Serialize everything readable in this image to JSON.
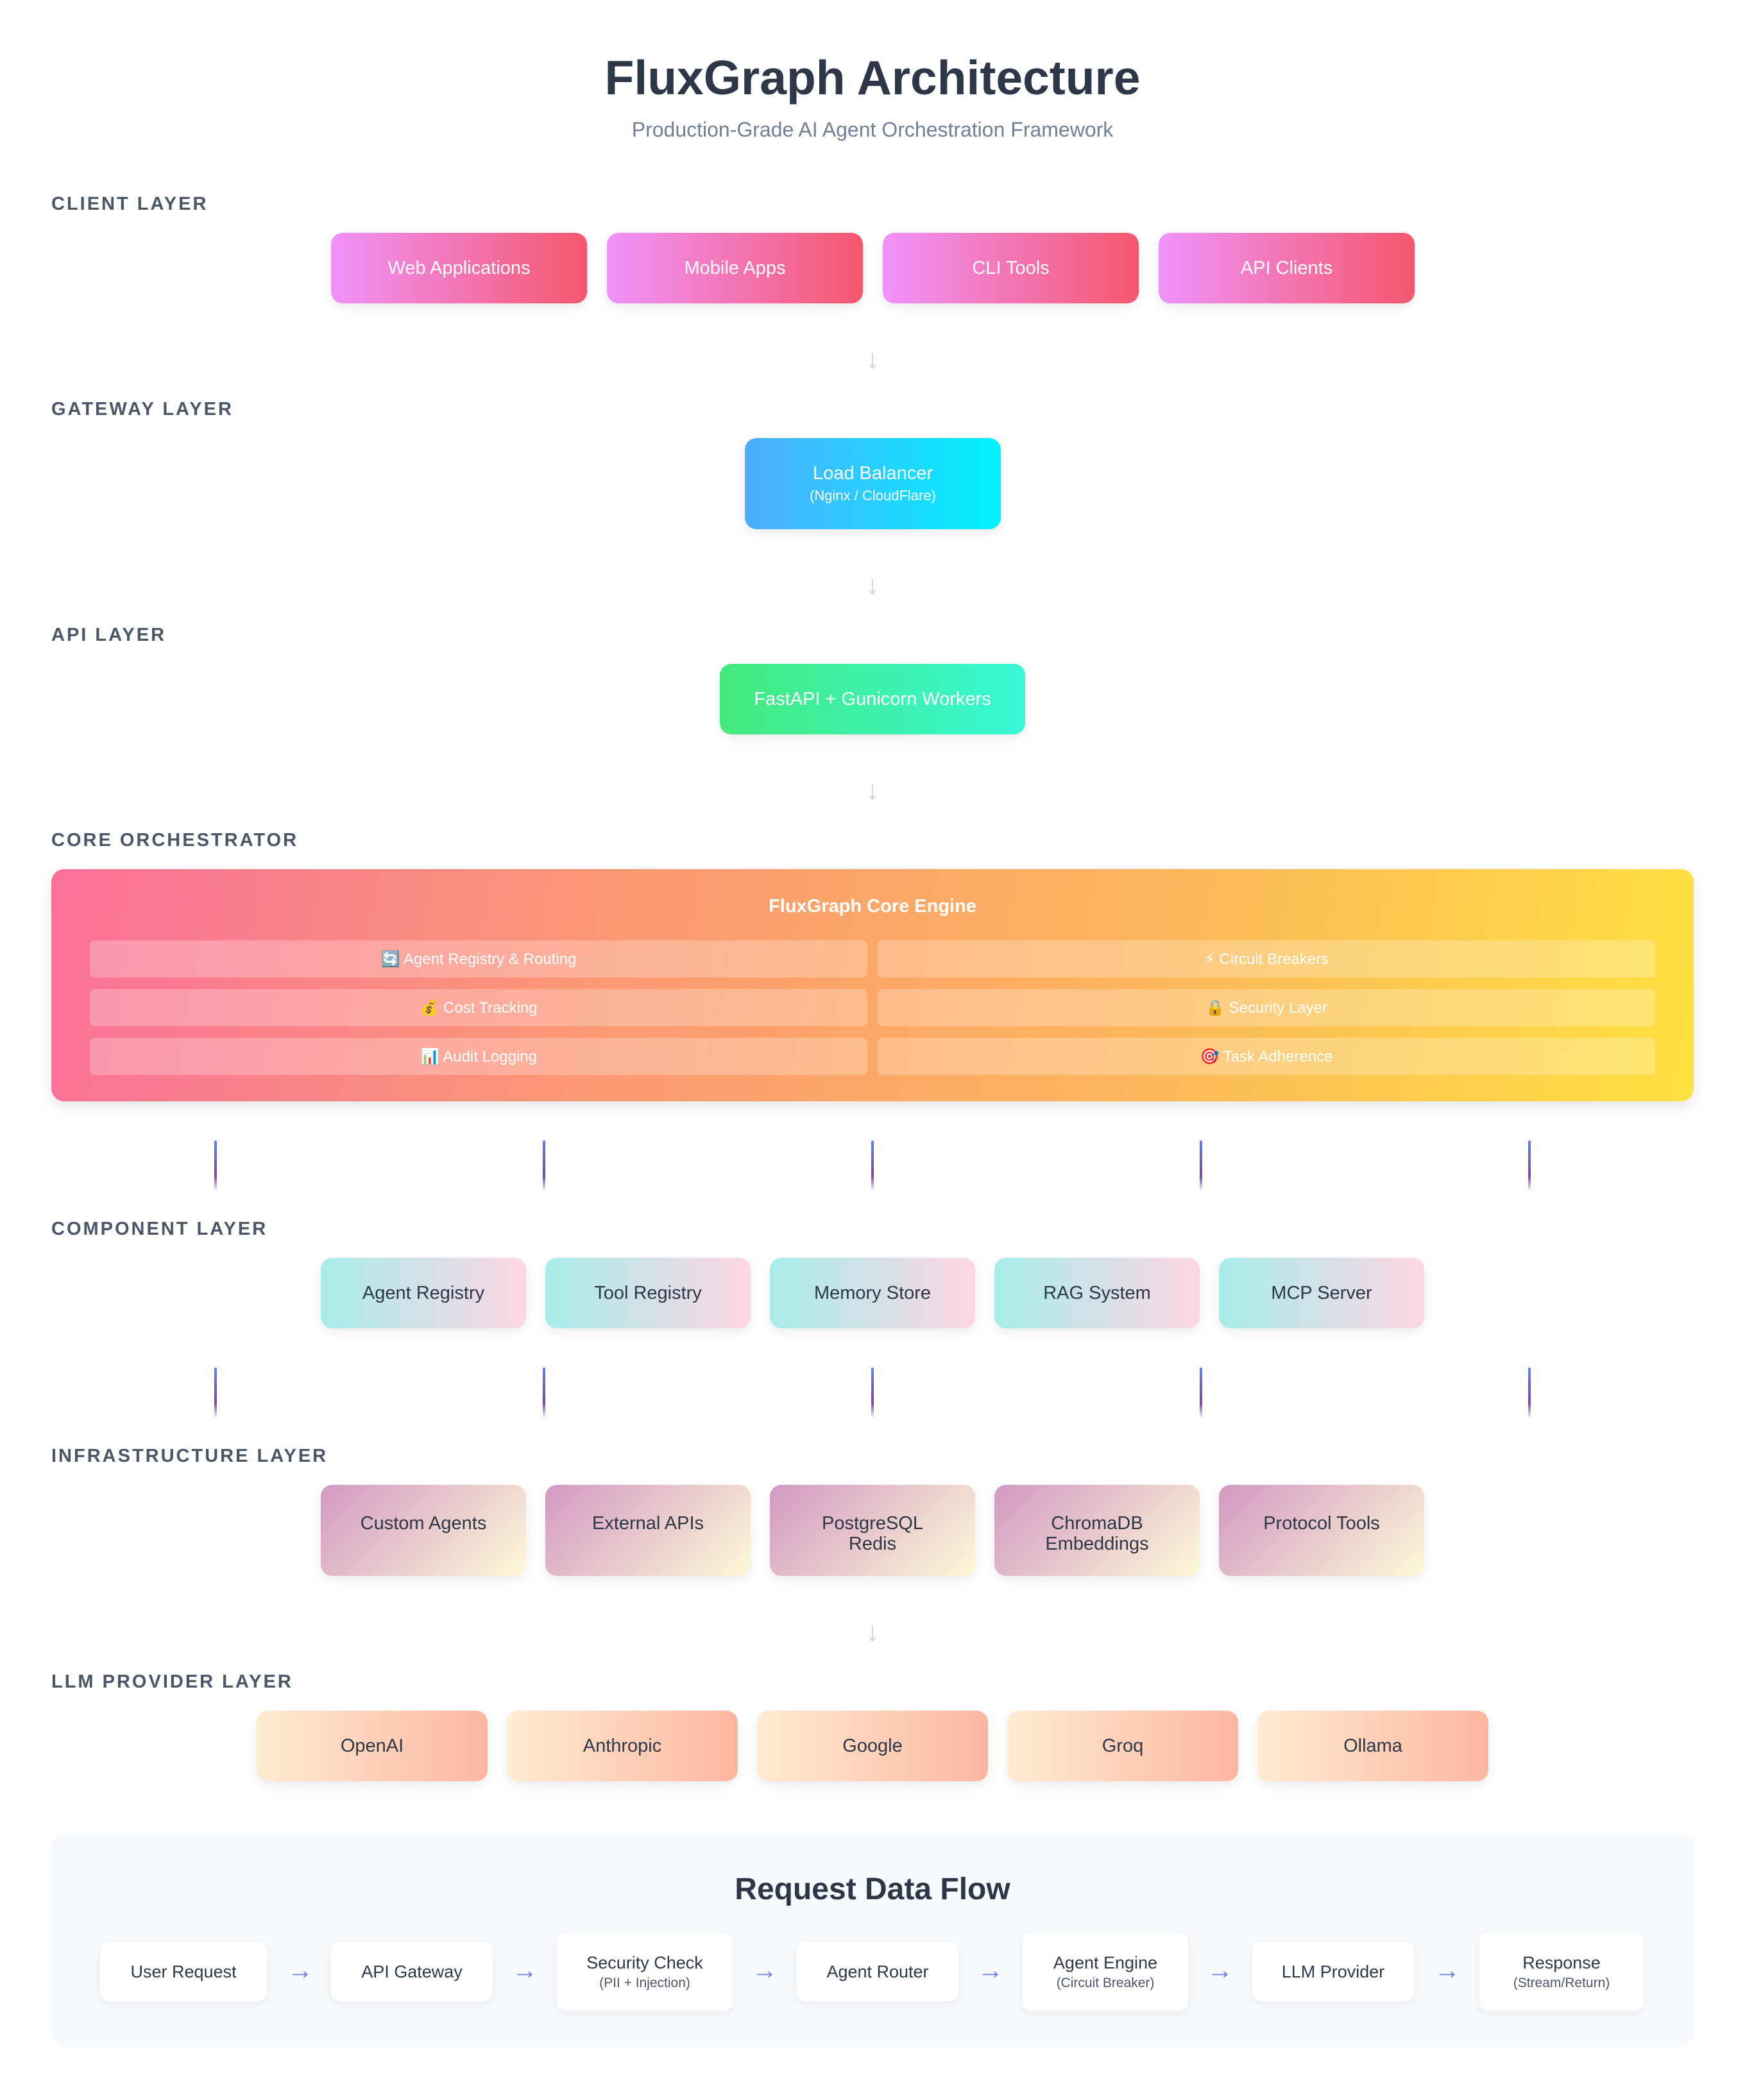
{
  "header": {
    "title": "FluxGraph Architecture",
    "subtitle": "Production-Grade AI Agent Orchestration Framework"
  },
  "layers": {
    "client": "CLIENT LAYER",
    "gateway": "GATEWAY LAYER",
    "api": "API LAYER",
    "core": "CORE ORCHESTRATOR",
    "component": "COMPONENT LAYER",
    "infrastructure": "INFRASTRUCTURE LAYER",
    "llm": "LLM PROVIDER LAYER"
  },
  "arrow_glyph": "↓",
  "client_boxes": [
    "Web Applications",
    "Mobile Apps",
    "CLI Tools",
    "API Clients"
  ],
  "gateway_box": {
    "label": "Load Balancer",
    "sub": "(Nginx / CloudFlare)"
  },
  "api_box": {
    "label": "FastAPI + Gunicorn Workers"
  },
  "core": {
    "title": "FluxGraph Core Engine",
    "features": [
      "🔄 Agent Registry & Routing",
      "⚡ Circuit Breakers",
      "💰 Cost Tracking",
      "🔒 Security Layer",
      "📊 Audit Logging",
      "🎯 Task Adherence"
    ]
  },
  "component_boxes": [
    "Agent Registry",
    "Tool Registry",
    "Memory Store",
    "RAG System",
    "MCP Server"
  ],
  "infra_boxes": [
    {
      "line1": "Custom Agents",
      "line2": ""
    },
    {
      "line1": "External APIs",
      "line2": ""
    },
    {
      "line1": "PostgreSQL",
      "line2": "Redis"
    },
    {
      "line1": "ChromaDB",
      "line2": "Embeddings"
    },
    {
      "line1": "Protocol Tools",
      "line2": ""
    }
  ],
  "llm_boxes": [
    "OpenAI",
    "Anthropic",
    "Google",
    "Groq",
    "Ollama"
  ],
  "flow": {
    "title": "Request Data Flow",
    "arrow_glyph": "→",
    "steps": [
      {
        "label": "User Request",
        "sub": ""
      },
      {
        "label": "API Gateway",
        "sub": ""
      },
      {
        "label": "Security Check",
        "sub": "(PII + Injection)"
      },
      {
        "label": "Agent Router",
        "sub": ""
      },
      {
        "label": "Agent Engine",
        "sub": "(Circuit Breaker)"
      },
      {
        "label": "LLM Provider",
        "sub": ""
      },
      {
        "label": "Response",
        "sub": "(Stream/Return)"
      }
    ]
  },
  "colors": {
    "client_gradient": [
      "#f093fb",
      "#f5576c"
    ],
    "gateway_gradient": [
      "#4facfe",
      "#00f2fe"
    ],
    "api_gradient": [
      "#43e97b",
      "#38f9d7"
    ],
    "core_gradient": [
      "#fa709a",
      "#fee140"
    ],
    "component_gradient": [
      "#a8edea",
      "#fed6e3"
    ],
    "infra_gradient": [
      "#d299c2",
      "#fef9d7"
    ],
    "llm_gradient": [
      "#ffecd2",
      "#fcb69f"
    ],
    "connector_gradient": [
      "#667eea",
      "#764ba2"
    ]
  }
}
